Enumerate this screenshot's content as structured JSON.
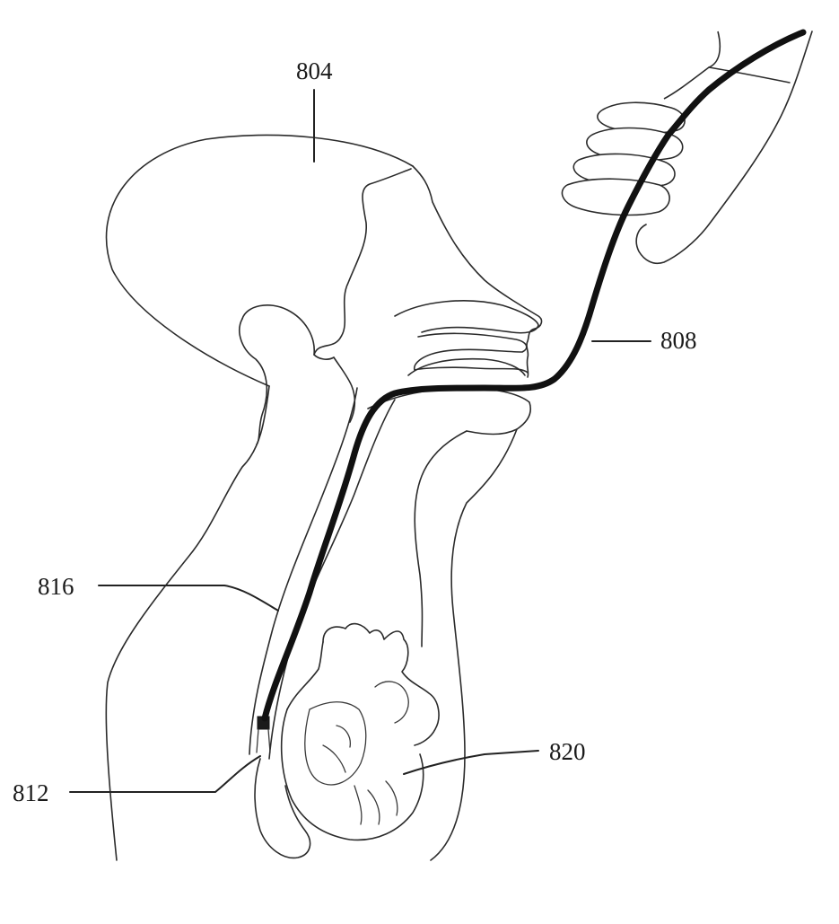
{
  "figure": {
    "labels": {
      "head": "804",
      "probe": "808",
      "transducer": "812",
      "esophagus": "816",
      "heart": "820"
    }
  }
}
